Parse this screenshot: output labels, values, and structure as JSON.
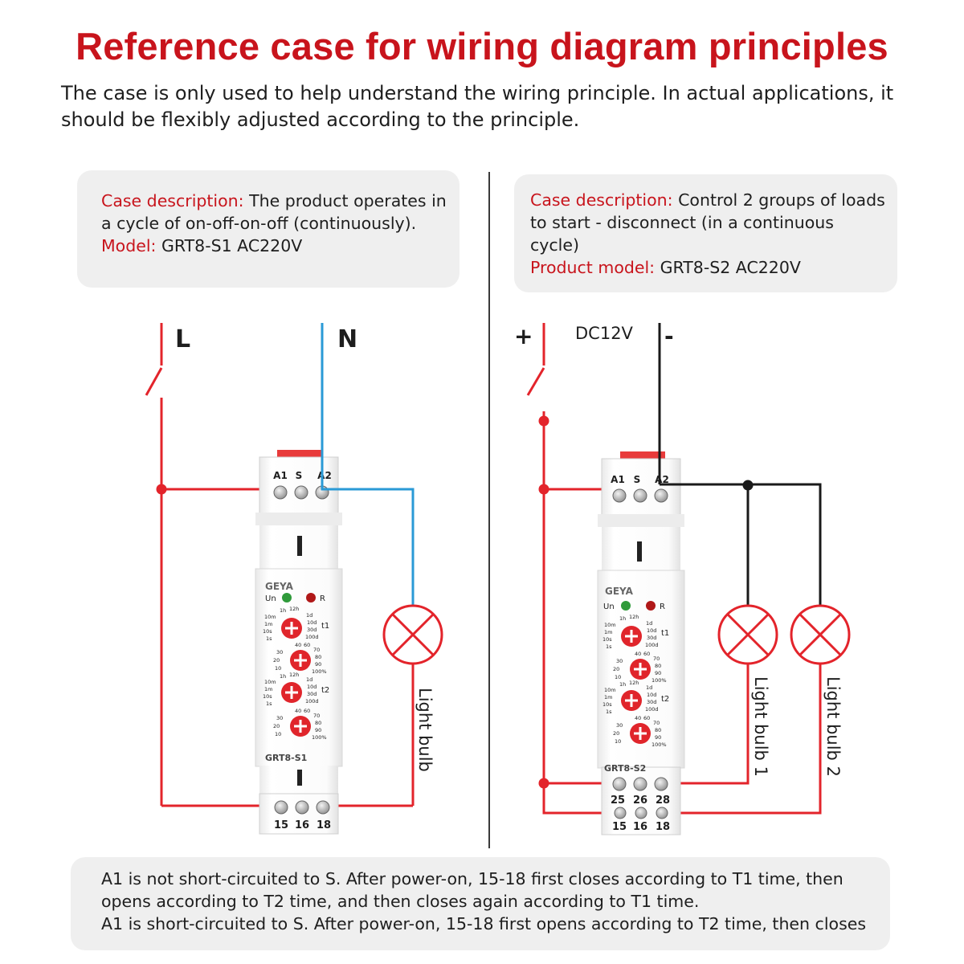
{
  "title": "Reference case for wiring diagram principles",
  "subtitle": "The case is only used to help understand the wiring principle. In actual applications, it should be flexibly adjusted according to the principle.",
  "left_case": {
    "description_label": "Case description:",
    "description": " The product operates in a cycle of on-off-on-off (continuously).",
    "model_label": "Model:",
    "model": " GRT8-S1 AC220V",
    "line_label": "L",
    "neutral_label": "N",
    "terminals_top": [
      "A1",
      "S",
      "A2"
    ],
    "terminals_bottom": [
      "15",
      "16",
      "18"
    ],
    "device_label": "GRT8-S1",
    "load_label": "Light bulb"
  },
  "right_case": {
    "description_label": "Case description:",
    "description": " Control 2 groups of loads to start - disconnect (in a continuous cycle)",
    "model_label": "Product model:",
    "model": " GRT8-S2 AC220V",
    "plus_label": "+",
    "supply_label": "DC12V",
    "minus_label": "-",
    "terminals_top": [
      "A1",
      "S",
      "A2"
    ],
    "terminals_mid": [
      "25",
      "26",
      "28"
    ],
    "terminals_bottom": [
      "15",
      "16",
      "18"
    ],
    "device_label": "GRT8-S2",
    "load1_label": "Light bulb 1",
    "load2_label": "Light bulb 2"
  },
  "device_common": {
    "brand": "GEYA",
    "power_led": "Un",
    "relay_led": "R",
    "t1_label": "t1",
    "t2_label": "t2",
    "range_left": [
      "1h",
      "12h",
      "10m",
      "1m",
      "10s",
      "1s"
    ],
    "range_right": [
      "1d",
      "10d",
      "30d",
      "100d"
    ],
    "scale_left": [
      "40",
      "30",
      "20",
      "10"
    ],
    "scale_right": [
      "60",
      "70",
      "80",
      "90",
      "100%"
    ]
  },
  "notes": [
    "A1 is not short-circuited to S. After power-on, 15-18 first closes according to T1 time, then opens according to T2 time, and then closes again according to T1 time.",
    "A1 is short-circuited to S. After power-on, 15-18 first opens according to T2 time, then closes"
  ],
  "colors": {
    "title_red": "#c8141c",
    "wire_red": "#e3242b",
    "wire_blue": "#2a9ad6",
    "wire_black": "#1a1a1a",
    "knob_red": "#e0252b",
    "led_green": "#2f9a3a",
    "led_red": "#b01818"
  }
}
